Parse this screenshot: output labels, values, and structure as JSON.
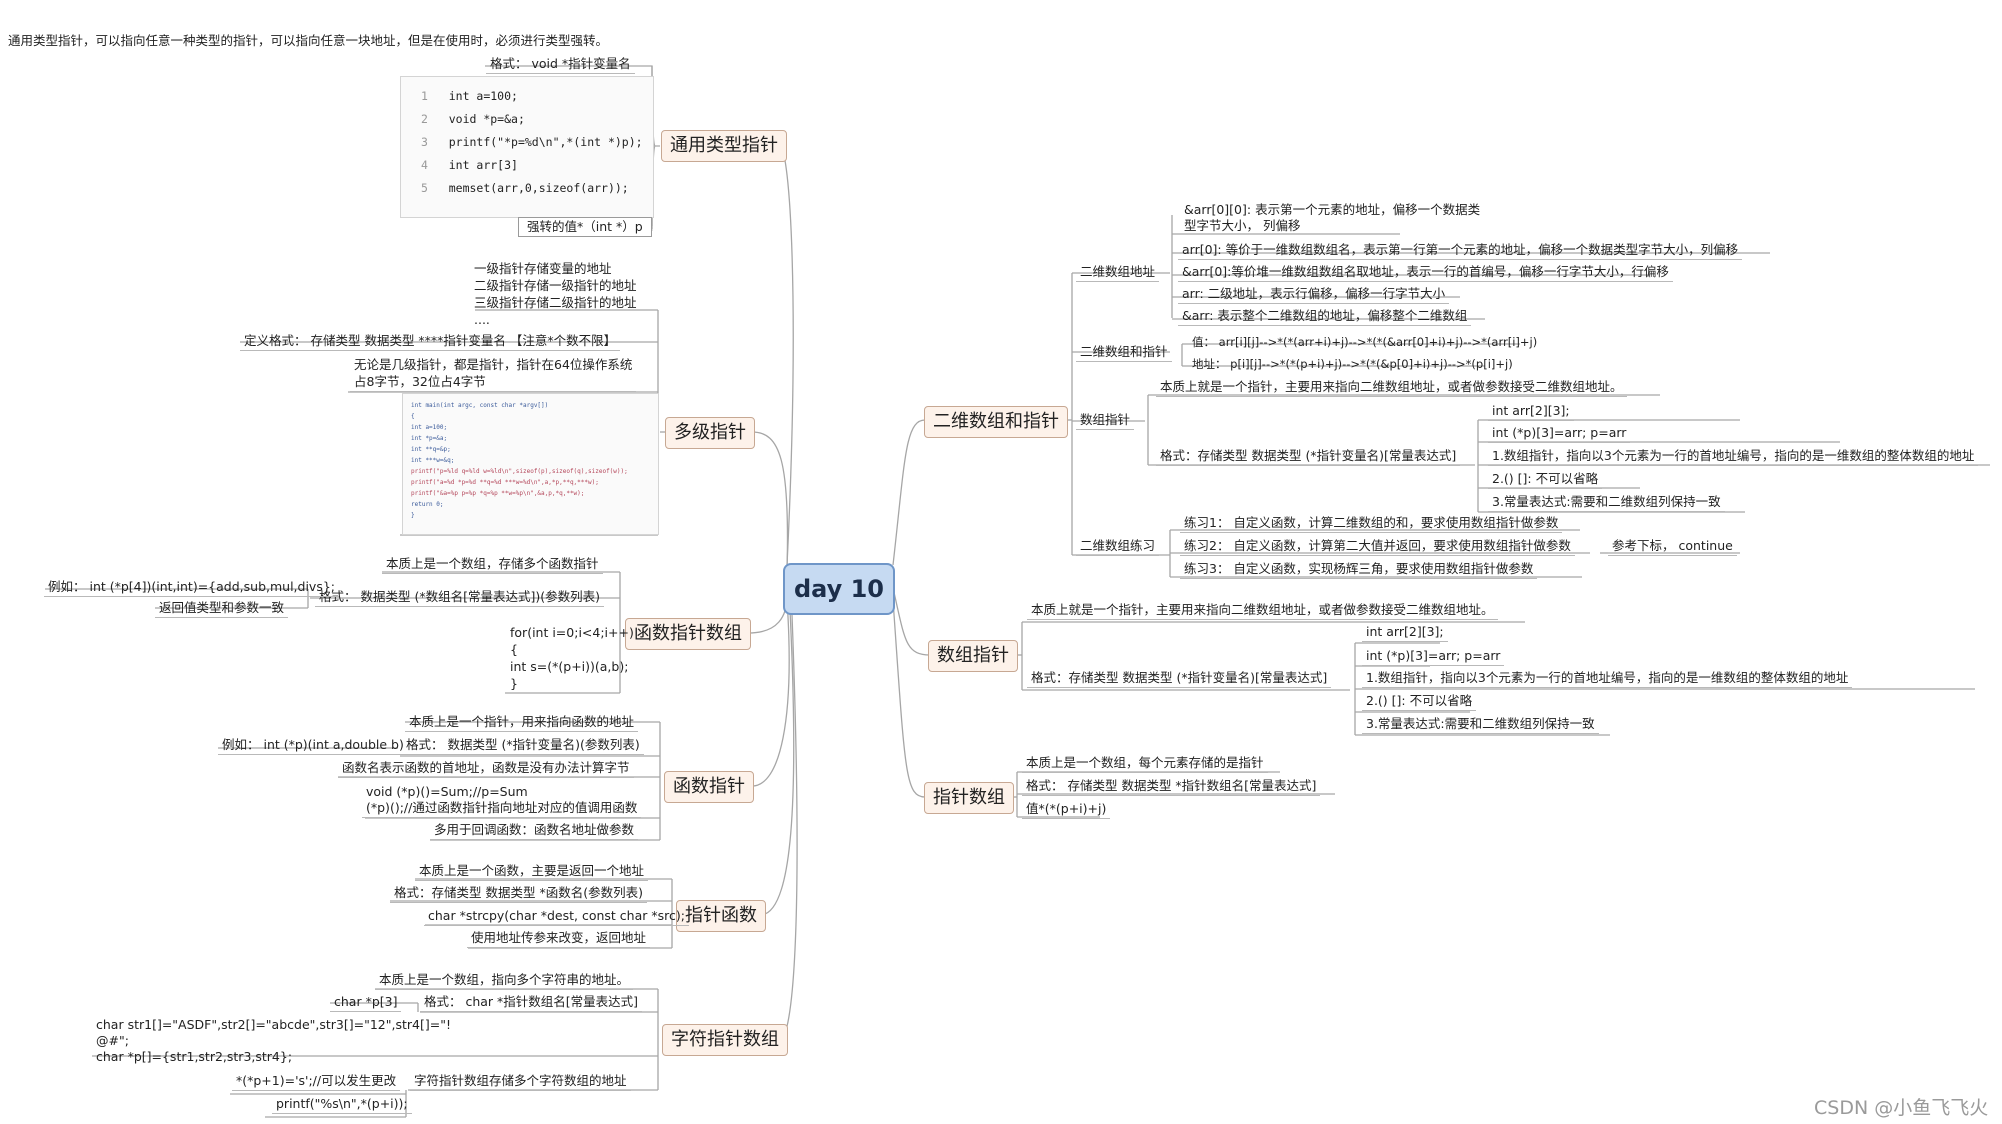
{
  "center": "day 10",
  "watermark": "CSDN @小鱼飞飞火",
  "left": {
    "generic": {
      "title": "通用类型指针",
      "desc": "通用类型指针，可以指向任意一种类型的指针，可以指向任意一块地址，但是在使用时，必须进行类型强转。",
      "format": "格式：   void *指针变量名",
      "code": [
        "int a=100;",
        "void *p=&a;",
        "printf(\"*p=%d\\n\",*(int *)p);",
        "int arr[3]",
        "memset(arr,0,sizeof(arr));"
      ],
      "cast": "强转的值*（int *）p"
    },
    "multilevel": {
      "title": "多级指针",
      "desc": [
        "一级指针存储变量的地址",
        "二级指针存储一级指针的地址",
        "三级指针存储二级指针的地址",
        "...."
      ],
      "def": "定义格式：  存储类型  数据类型  ****指针变量名  【注意*个数不限】",
      "size": [
        "无论是几级指针，都是指针，指针在64位操作系统",
        "占8字节，32位占4字节"
      ],
      "code": [
        "int main(int argc, const char *argv[])",
        "{",
        "    int a=100;",
        "    int *p=&a;",
        "    int **q=&p;",
        "    int ***w=&q;",
        "    printf(\"p=%ld  q=%ld  w=%ld\\n\",sizeof(p),sizeof(q),sizeof(w));",
        "    printf(\"a=%d  *p=%d   **q=%d   ***w=%d\\n\",a,*p,**q,***w);",
        "    printf(\"&a=%p  p=%p   *q=%p    **w=%p\\n\",&a,p,*q,**w);",
        "    return 0;",
        "}"
      ]
    },
    "funcptrarr": {
      "title": "函数指针数组",
      "essence": "本质上是一个数组，存储多个函数指针",
      "format": "格式：  数据类型  (*数组名[常量表达式])(参数列表)",
      "example": "例如：  int (*p[4])(int,int)={add,sub,mul,divs};",
      "note": "返回值类型和参数一致",
      "code": [
        "for(int i=0;i<4;i++)",
        "{",
        "int s=(*(p+i))(a,b);",
        "}"
      ]
    },
    "funcptr": {
      "title": "函数指针",
      "essence": "本质上是一个指针，用来指向函数的地址",
      "format": "格式：  数据类型  (*指针变量名)(参数列表)",
      "example": "例如：  int (*p)(int a,double b)",
      "addr": "函数名表示函数的首地址，函数是没有办法计算字节",
      "usage": [
        "void (*p)()=Sum;//p=Sum",
        "(*p)();//通过函数指针指向地址对应的值调用函数"
      ],
      "callback": "多用于回调函数：函数名地址做参数"
    },
    "ptrfunc": {
      "title": "指针函数",
      "essence": "本质上是一个函数，主要是返回一个地址",
      "format": "格式：存储类型   数据类型 *函数名(参数列表)",
      "example": "char *strcpy(char *dest, const char *src);",
      "note": "使用地址传参来改变，返回地址"
    },
    "charptrarr": {
      "title": "字符指针数组",
      "essence": "本质上是一个数组，指向多个字符串的地址。",
      "format": "格式：  char  *指针数组名[常量表达式]",
      "example": "char *p[3]",
      "code": [
        "char str1[]=\"ASDF\",str2[]=\"abcde\",str3[]=\"12\",str4[]=\"!",
        "@#\";",
        "char *p[]={str1,str2,str3,str4};"
      ],
      "store": "字符指针数组存储多个字符数组的地址",
      "modify": "*(*p+1)='s';//可以发生更改",
      "print": "printf(\"%s\\n\",*(p+i));"
    }
  },
  "right": {
    "twod": {
      "title": "二维数组和指针",
      "addr_label": "二维数组地址",
      "addr_items": [
        [
          "&arr[0][0]: 表示第一个元素的地址，偏移一个数据类",
          "型字节大小，  列偏移"
        ],
        [
          "arr[0]: 等价于一维数组数组名，表示第一行第一个元素的地址，偏移一个数据类型字节大小，列偏移"
        ],
        [
          "&arr[0]:等价堆一维数组数组名取地址，表示一行的首编号，偏移一行字节大小，行偏移"
        ],
        [
          "arr: 二级地址，表示行偏移，偏移一行字节大小"
        ],
        [
          "&arr: 表示整个二维数组的地址，偏移整个二维数组"
        ]
      ],
      "ptr_label": "二维数组和指针",
      "value": "值：  arr[i][j]-->*(*(arr+i)+j)-->*(*(&arr[0]+i)+j)-->*(arr[i]+j)",
      "address": "地址：  p[i][j]-->*(*(p+i)+j)-->*(*(&p[0]+i)+j)-->*(p[i]+j)",
      "aptr_label": "数组指针",
      "aptr_essence": "本质上就是一个指针，主要用来指向二维数组地址，或者做参数接受二维数组地址。",
      "aptr_format": "格式：存储类型  数据类型 (*指针变量名)[常量表达式]",
      "aptr_items": [
        "int arr[2][3];",
        "int  (*p)[3]=arr;   p=arr",
        "1.数组指针，指向以3个元素为一行的首地址编号，指向的是一维数组的整体数组的地址",
        "2.() []: 不可以省略",
        "3.常量表达式:需要和二维数组列保持一致"
      ],
      "ex_label": "二维数组练习",
      "ex_items": [
        "练习1：  自定义函数，计算二维数组的和，要求使用数组指针做参数",
        "练习2：  自定义函数，计算第二大值并返回，要求使用数组指针做参数",
        "练习3：  自定义函数，实现杨辉三角，要求使用数组指针做参数"
      ],
      "ex_hint": "参考下标，  continue"
    },
    "arrptr": {
      "title": "数组指针",
      "essence": "本质上就是一个指针，主要用来指向二维数组地址，或者做参数接受二维数组地址。",
      "format": "格式：存储类型  数据类型 (*指针变量名)[常量表达式]",
      "items": [
        "int arr[2][3];",
        "int  (*p)[3]=arr;   p=arr",
        "1.数组指针，指向以3个元素为一行的首地址编号，指向的是一维数组的整体数组的地址",
        "2.() []: 不可以省略",
        "3.常量表达式:需要和二维数组列保持一致"
      ]
    },
    "ptrarr": {
      "title": "指针数组",
      "essence": "本质上是一个数组，每个元素存储的是指针",
      "format": "格式：  存储类型  数据类型 *指针数组名[常量表达式]",
      "value": "值*(*(p+i)+j)"
    }
  }
}
